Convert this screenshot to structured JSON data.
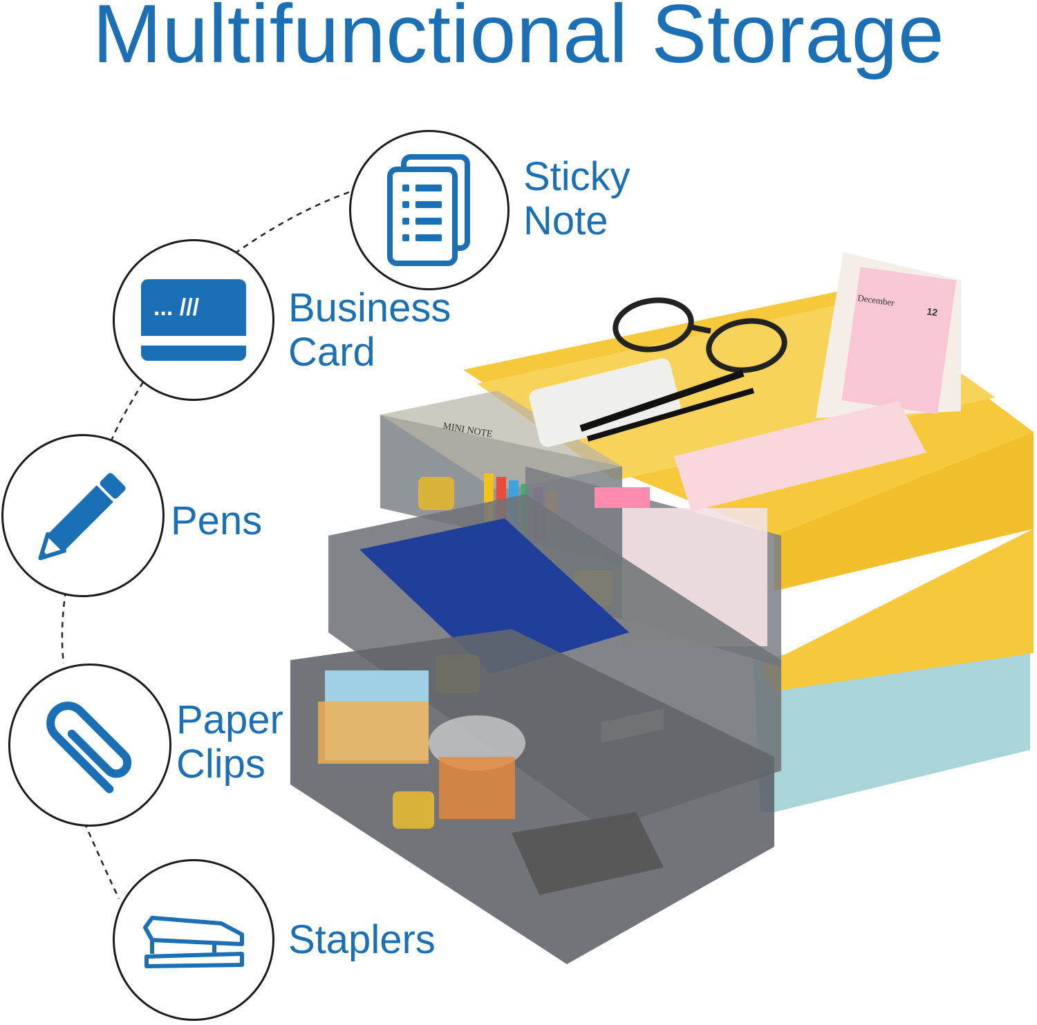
{
  "headline": "Multifunctional Storage",
  "colors": {
    "accent": "#1a6fb5",
    "drawer_yellow": "#f6c93d",
    "drawer_blue": "#a9d4d8",
    "smoke": "#6f7479",
    "gold": "#d9b23a"
  },
  "features": [
    {
      "icon": "sticky-note-icon",
      "label_line1": "Sticky",
      "label_line2": "Note"
    },
    {
      "icon": "business-card-icon",
      "label_line1": "Business",
      "label_line2": "Card"
    },
    {
      "icon": "pencil-icon",
      "label_line1": "Pens",
      "label_line2": ""
    },
    {
      "icon": "paper-clip-icon",
      "label_line1": "Paper",
      "label_line2": "Clips"
    },
    {
      "icon": "stapler-icon",
      "label_line1": "Staplers",
      "label_line2": ""
    }
  ],
  "business_card_icon_text": "... ///",
  "calendar": {
    "month": "December",
    "day": "12"
  },
  "notebook_label": "MINI NOTE"
}
